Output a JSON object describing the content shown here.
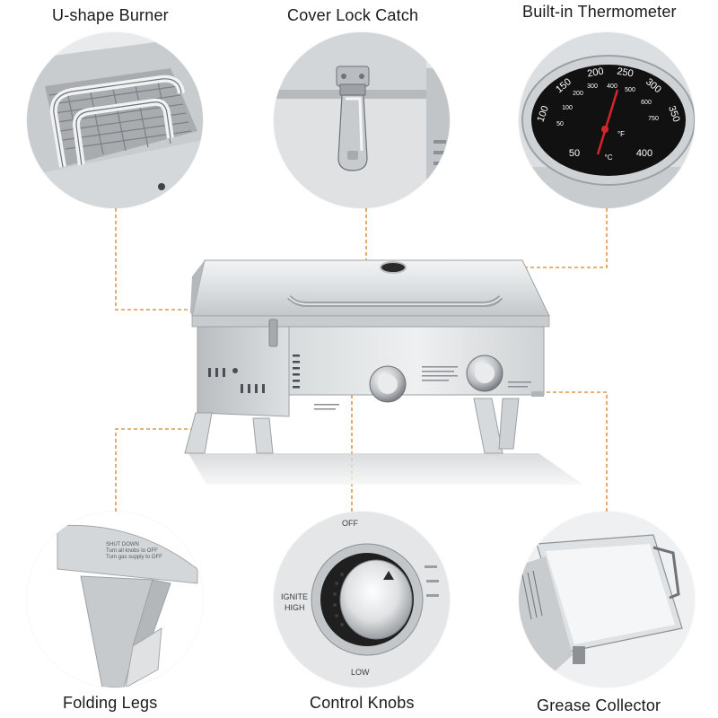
{
  "callouts": {
    "u_shape_burner": "U-shape Burner",
    "cover_lock_catch": "Cover Lock Catch",
    "thermometer": "Built-in Thermometer",
    "folding_legs": "Folding Legs",
    "control_knobs": "Control Knobs",
    "grease_collector": "Grease Collector"
  },
  "thermometer_dial": {
    "outer_scale": [
      "100",
      "150",
      "200",
      "250",
      "300",
      "350"
    ],
    "inner_scale": [
      "50",
      "100",
      "200",
      "300",
      "400",
      "500",
      "600",
      "750"
    ],
    "low_mark": "50",
    "high_mark": "400",
    "unit_f": "°F",
    "unit_c": "°C"
  },
  "knob_panel": {
    "off": "OFF",
    "ignite": "IGNITE",
    "high": "HIGH",
    "low": "LOW"
  },
  "leg_warning": [
    "SHUT DOWN",
    "Turn all knobs to OFF",
    "Turn gas supply to OFF"
  ],
  "colors": {
    "leader_line": "#e2954a",
    "steel_light": "#e4e6e8",
    "steel_mid": "#c6c9cc",
    "steel_dark": "#8c9094",
    "dial_face": "#111111",
    "needle": "#d4262a"
  }
}
